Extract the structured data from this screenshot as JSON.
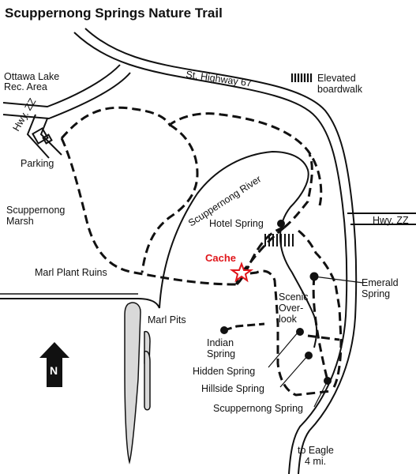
{
  "title": "Scuppernong Springs Nature Trail",
  "legend": {
    "line1": "Elevated",
    "line2": "boardwalk"
  },
  "labels": {
    "ottawa_line1": "Ottawa Lake",
    "ottawa_line2": "Rec. Area",
    "hwy_zz_left": "Hwy. ZZ",
    "highway_67": "St. Highway 67",
    "parking": "Parking",
    "marsh_line1": "Scuppernong",
    "marsh_line2": "Marsh",
    "river": "Scuppernong River",
    "hotel_spring": "Hotel Spring",
    "hwy_zz_right": "Hwy. ZZ",
    "cache": "Cache",
    "marl_plant": "Marl Plant Ruins",
    "marl_pits": "Marl Pits",
    "emerald_line1": "Emerald",
    "emerald_line2": "Spring",
    "overlook_line1": "Scenic",
    "overlook_line2": "Over-",
    "overlook_line3": "look",
    "indian_line1": "Indian",
    "indian_line2": "Spring",
    "hidden_spring": "Hidden Spring",
    "hillside_spring": "Hillside Spring",
    "scuppernong_spring": "Scuppernong Spring",
    "eagle_line1": "to Eagle",
    "eagle_line2": "4 mi.",
    "north": "N"
  },
  "colors": {
    "ink": "#111111",
    "cache": "#e0161b",
    "background": "#ffffff"
  }
}
